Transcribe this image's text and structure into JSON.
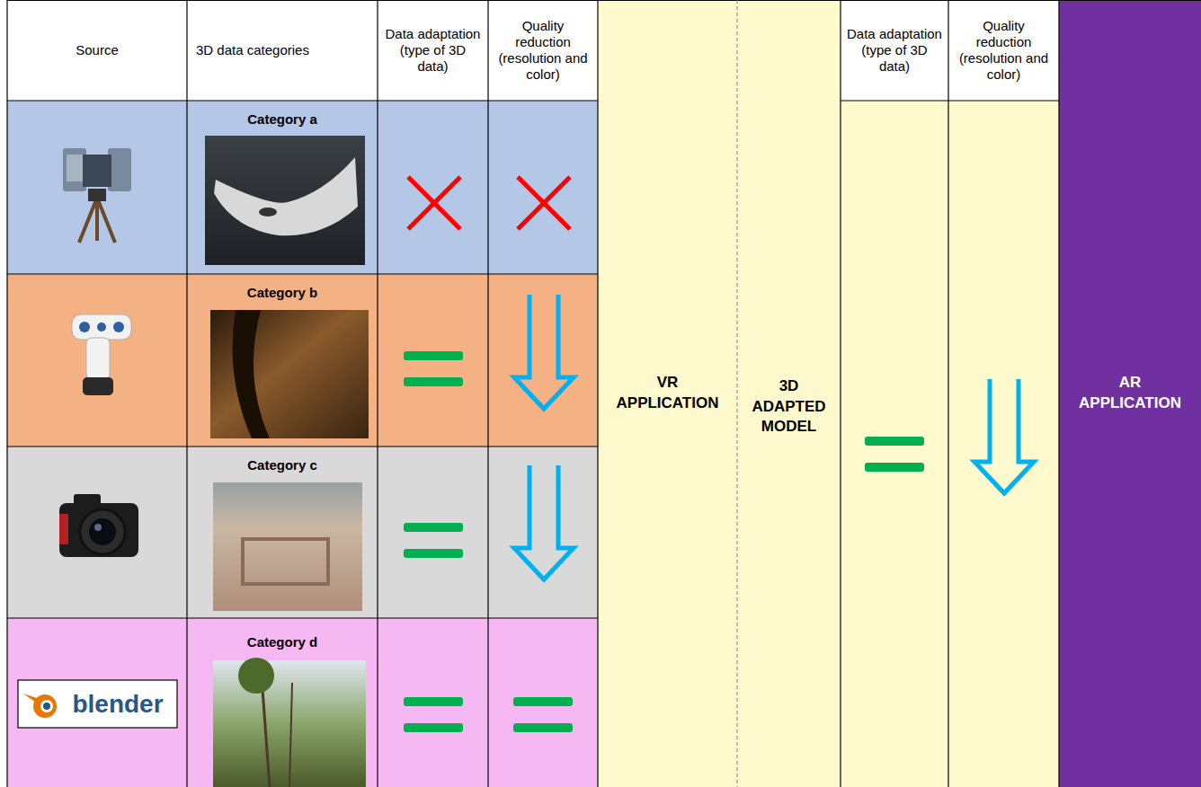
{
  "diagram": {
    "nodes": [
      {
        "text": [
          "VR APPLICATION"
        ]
      },
      {
        "text": [
          "3D ADAPTED MODEL"
        ]
      },
      {
        "text": [
          "AR APPLICATION"
        ]
      }
    ],
    "labels": [
      "Source",
      "3D data categories",
      "Data adaptation (type of 3D data)",
      "Quality reduction (resolution and color)",
      "Category a",
      "Category b",
      "Category c",
      "Category d",
      "blender",
      "Data adaptation (type of 3D data)",
      "Quality reduction (resolution and color)"
    ]
  }
}
